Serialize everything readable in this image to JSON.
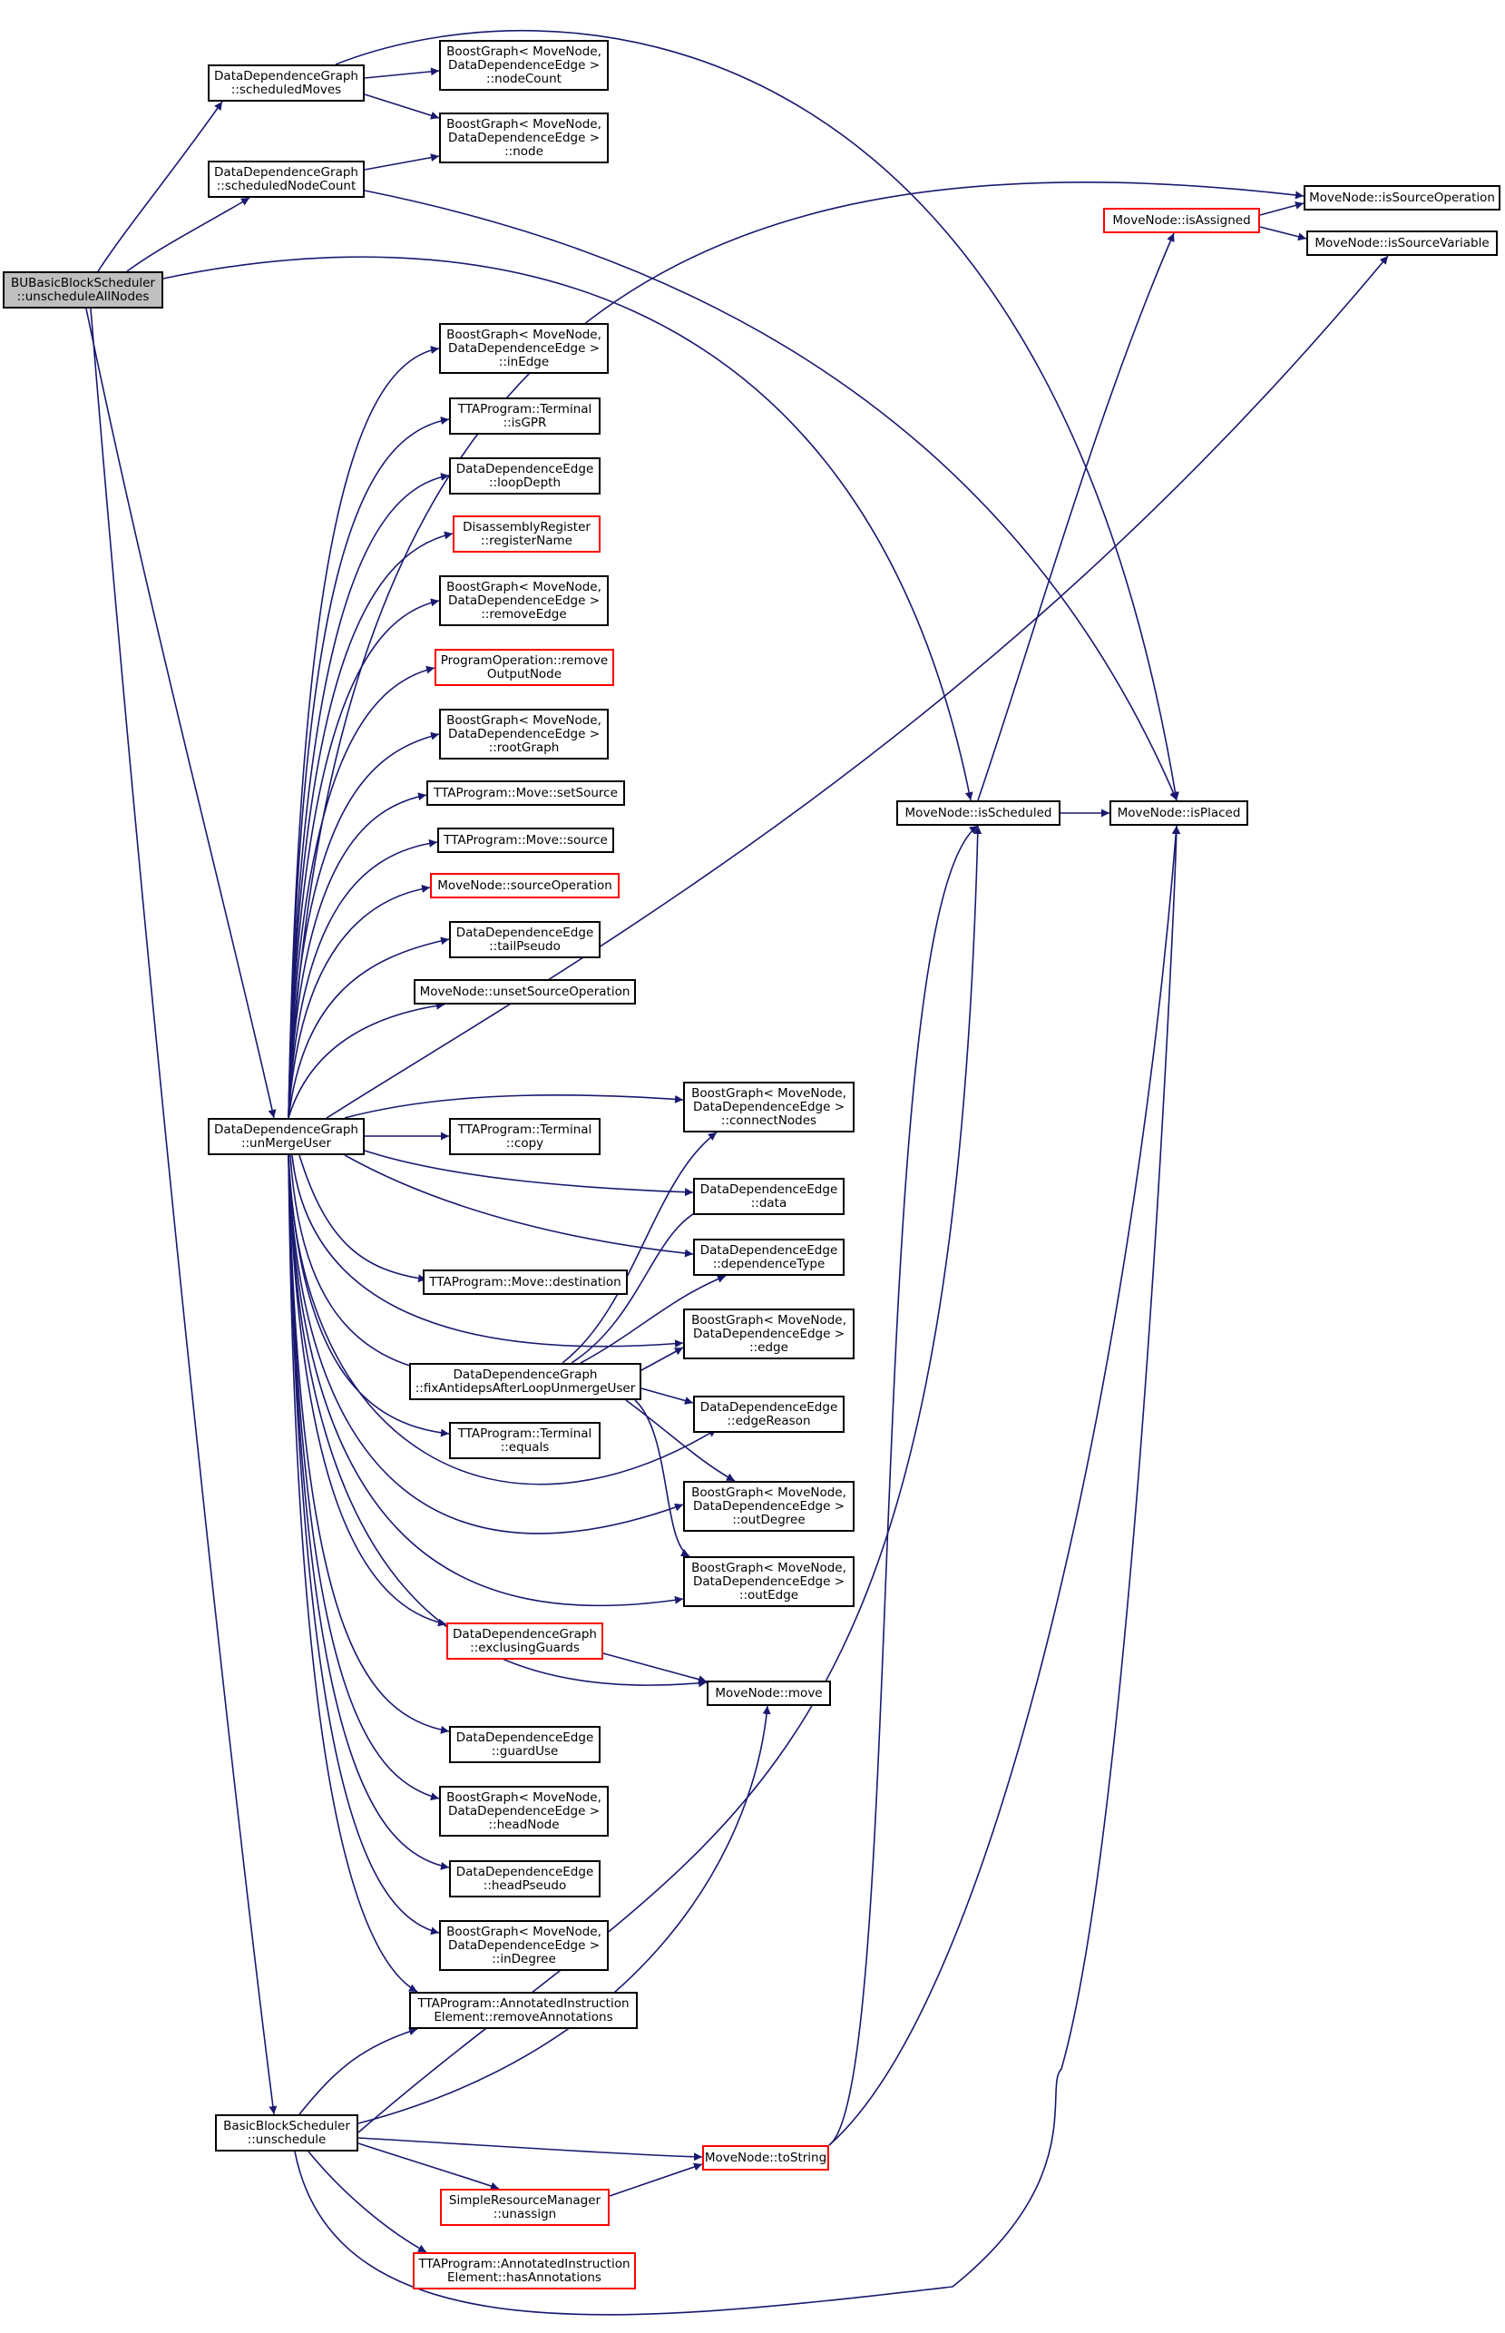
{
  "colors": {
    "edge": "#191970",
    "node_border": "#000000",
    "node_border_truncated": "#ff0000",
    "root_fill": "#bfbfbf"
  },
  "nodes": {
    "root": {
      "lines": [
        "BUBasicBlockScheduler",
        "::unscheduleAllNodes"
      ]
    },
    "sm": {
      "lines": [
        "DataDependenceGraph",
        "::scheduledMoves"
      ]
    },
    "snc": {
      "lines": [
        "DataDependenceGraph",
        "::scheduledNodeCount"
      ]
    },
    "ncount": {
      "lines": [
        "BoostGraph< MoveNode,",
        "DataDependenceEdge >",
        "::nodeCount"
      ]
    },
    "nnode": {
      "lines": [
        "BoostGraph< MoveNode,",
        "DataDependenceEdge >",
        "::node"
      ]
    },
    "isa": {
      "lines": [
        "MoveNode::isAssigned"
      ]
    },
    "iso": {
      "lines": [
        "MoveNode::isSourceOperation"
      ]
    },
    "isv": {
      "lines": [
        "MoveNode::isSourceVariable"
      ]
    },
    "ine": {
      "lines": [
        "BoostGraph< MoveNode,",
        "DataDependenceEdge >",
        "::inEdge"
      ]
    },
    "isgpr": {
      "lines": [
        "TTAProgram::Terminal",
        "::isGPR"
      ]
    },
    "ld": {
      "lines": [
        "DataDependenceEdge",
        "::loopDepth"
      ]
    },
    "rn": {
      "lines": [
        "DisassemblyRegister",
        "::registerName"
      ]
    },
    "re": {
      "lines": [
        "BoostGraph< MoveNode,",
        "DataDependenceEdge >",
        "::removeEdge"
      ]
    },
    "ron": {
      "lines": [
        "ProgramOperation::remove",
        "OutputNode"
      ]
    },
    "rg": {
      "lines": [
        "BoostGraph< MoveNode,",
        "DataDependenceEdge >",
        "::rootGraph"
      ]
    },
    "ss": {
      "lines": [
        "TTAProgram::Move::setSource"
      ]
    },
    "src": {
      "lines": [
        "TTAProgram::Move::source"
      ]
    },
    "so": {
      "lines": [
        "MoveNode::sourceOperation"
      ]
    },
    "tp": {
      "lines": [
        "DataDependenceEdge",
        "::tailPseudo"
      ]
    },
    "uso": {
      "lines": [
        "MoveNode::unsetSourceOperation"
      ]
    },
    "iss": {
      "lines": [
        "MoveNode::isScheduled"
      ]
    },
    "isp": {
      "lines": [
        "MoveNode::isPlaced"
      ]
    },
    "umu": {
      "lines": [
        "DataDependenceGraph",
        "::unMergeUser"
      ]
    },
    "cn": {
      "lines": [
        "BoostGraph< MoveNode,",
        "DataDependenceEdge >",
        "::connectNodes"
      ]
    },
    "copy": {
      "lines": [
        "TTAProgram::Terminal",
        "::copy"
      ]
    },
    "data": {
      "lines": [
        "DataDependenceEdge",
        "::data"
      ]
    },
    "dt": {
      "lines": [
        "DataDependenceEdge",
        "::dependenceType"
      ]
    },
    "dest": {
      "lines": [
        "TTAProgram::Move::destination"
      ]
    },
    "edge": {
      "lines": [
        "BoostGraph< MoveNode,",
        "DataDependenceEdge >",
        "::edge"
      ]
    },
    "fix": {
      "lines": [
        "DataDependenceGraph",
        "::fixAntidepsAfterLoopUnmergeUser"
      ]
    },
    "er": {
      "lines": [
        "DataDependenceEdge",
        "::edgeReason"
      ]
    },
    "eq": {
      "lines": [
        "TTAProgram::Terminal",
        "::equals"
      ]
    },
    "od": {
      "lines": [
        "BoostGraph< MoveNode,",
        "DataDependenceEdge >",
        "::outDegree"
      ]
    },
    "oe": {
      "lines": [
        "BoostGraph< MoveNode,",
        "DataDependenceEdge >",
        "::outEdge"
      ]
    },
    "eg": {
      "lines": [
        "DataDependenceGraph",
        "::exclusingGuards"
      ]
    },
    "mv": {
      "lines": [
        "MoveNode::move"
      ]
    },
    "gu": {
      "lines": [
        "DataDependenceEdge",
        "::guardUse"
      ]
    },
    "hn": {
      "lines": [
        "BoostGraph< MoveNode,",
        "DataDependenceEdge >",
        "::headNode"
      ]
    },
    "hp": {
      "lines": [
        "DataDependenceEdge",
        "::headPseudo"
      ]
    },
    "ind": {
      "lines": [
        "BoostGraph< MoveNode,",
        "DataDependenceEdge >",
        "::inDegree"
      ]
    },
    "ra": {
      "lines": [
        "TTAProgram::AnnotatedInstruction",
        "Element::removeAnnotations"
      ]
    },
    "uns": {
      "lines": [
        "BasicBlockScheduler",
        "::unschedule"
      ]
    },
    "ts": {
      "lines": [
        "MoveNode::toString"
      ]
    },
    "ua": {
      "lines": [
        "SimpleResourceManager",
        "::unassign"
      ]
    },
    "ha": {
      "lines": [
        "TTAProgram::AnnotatedInstruction",
        "Element::hasAnnotations"
      ]
    }
  }
}
